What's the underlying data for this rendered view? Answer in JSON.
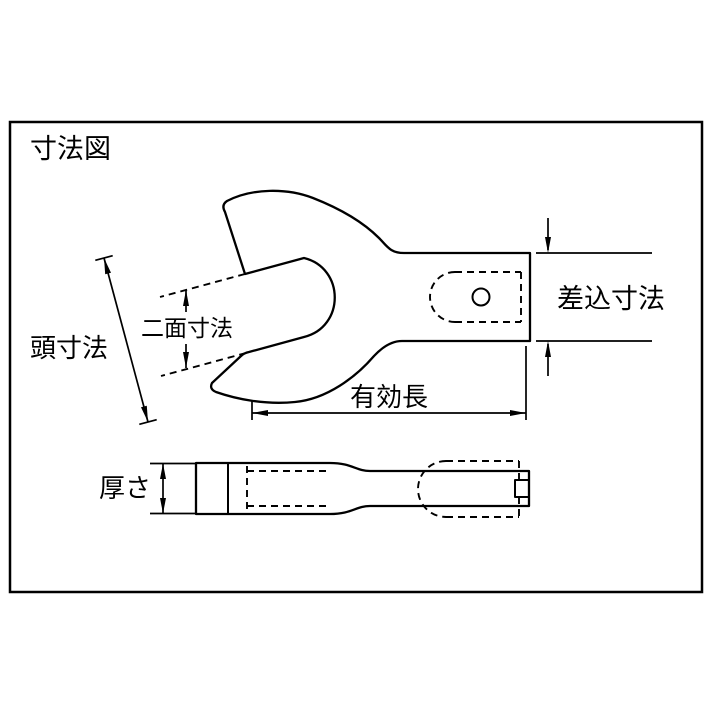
{
  "diagram": {
    "title": "寸法図",
    "labels": {
      "head_dimension": "頭寸法",
      "across_flats": "二面寸法",
      "insertion_dimension": "差込寸法",
      "effective_length": "有効長",
      "thickness": "厚さ"
    },
    "colors": {
      "line": "#000000",
      "background": "#ffffff"
    }
  }
}
